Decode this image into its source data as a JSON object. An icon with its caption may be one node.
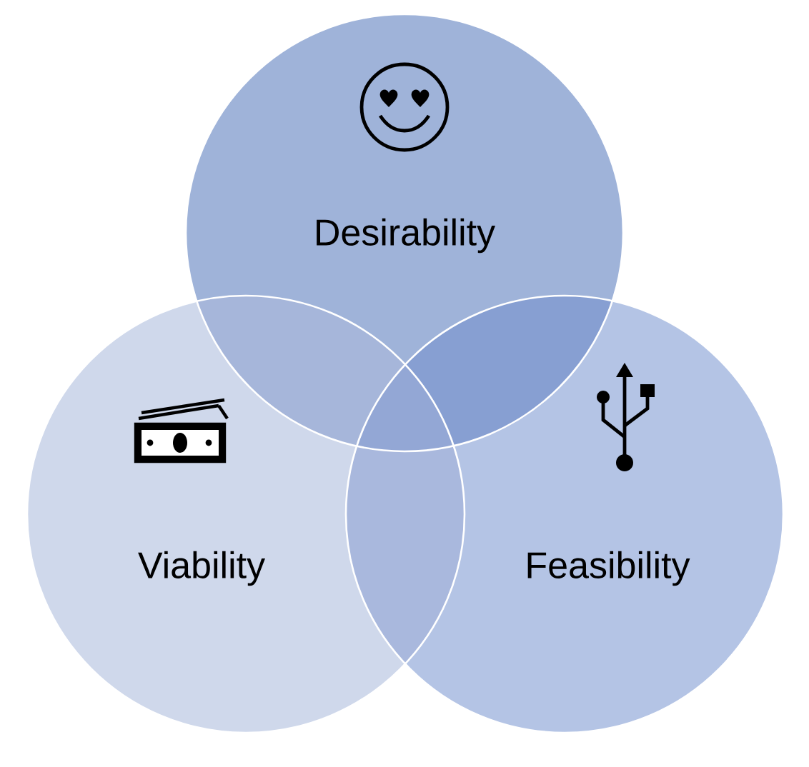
{
  "diagram": {
    "nodes": [
      {
        "text": [
          "Desirability"
        ]
      },
      {
        "text": [
          "Viability"
        ]
      },
      {
        "text": [
          "Feasibility"
        ]
      }
    ]
  }
}
